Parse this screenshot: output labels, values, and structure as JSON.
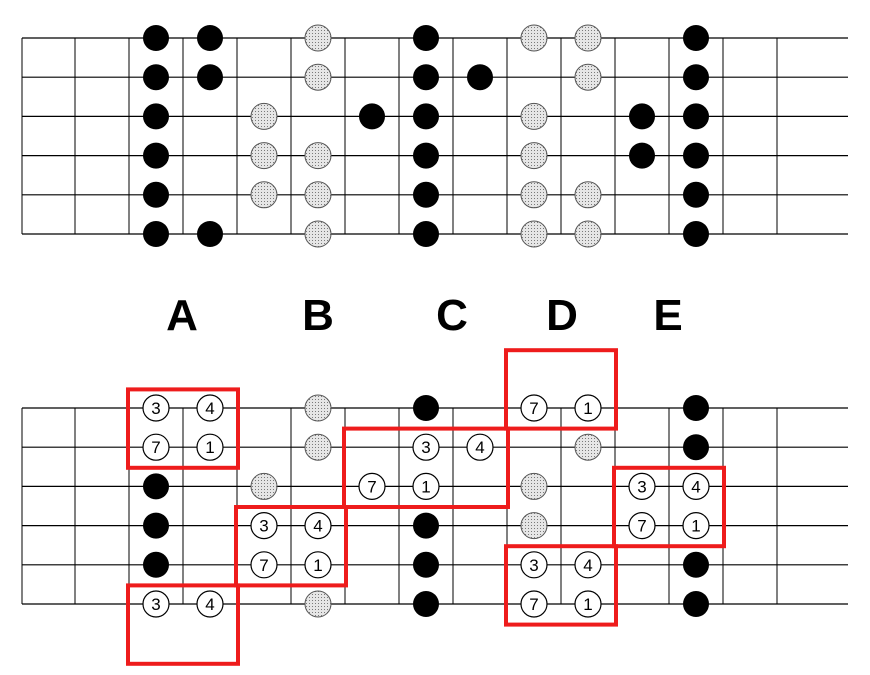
{
  "colors": {
    "line": "#000000",
    "dot_filled": "#000000",
    "dot_shaded": "#d4d4d4",
    "dot_number_fill": "#ffffff",
    "box_stroke": "#ee1c1c"
  },
  "position_labels": [
    "A",
    "B",
    "C",
    "D",
    "E"
  ],
  "top_fretboard": {
    "dots": [
      {
        "fret": 3,
        "string": 0,
        "kind": "filled"
      },
      {
        "fret": 4,
        "string": 0,
        "kind": "filled"
      },
      {
        "fret": 6,
        "string": 0,
        "kind": "shaded"
      },
      {
        "fret": 8,
        "string": 0,
        "kind": "filled"
      },
      {
        "fret": 10,
        "string": 0,
        "kind": "shaded"
      },
      {
        "fret": 11,
        "string": 0,
        "kind": "shaded"
      },
      {
        "fret": 13,
        "string": 0,
        "kind": "filled"
      },
      {
        "fret": 3,
        "string": 1,
        "kind": "filled"
      },
      {
        "fret": 4,
        "string": 1,
        "kind": "filled"
      },
      {
        "fret": 6,
        "string": 1,
        "kind": "shaded"
      },
      {
        "fret": 8,
        "string": 1,
        "kind": "filled"
      },
      {
        "fret": 9,
        "string": 1,
        "kind": "filled"
      },
      {
        "fret": 11,
        "string": 1,
        "kind": "shaded"
      },
      {
        "fret": 13,
        "string": 1,
        "kind": "filled"
      },
      {
        "fret": 3,
        "string": 2,
        "kind": "filled"
      },
      {
        "fret": 5,
        "string": 2,
        "kind": "shaded"
      },
      {
        "fret": 7,
        "string": 2,
        "kind": "filled"
      },
      {
        "fret": 8,
        "string": 2,
        "kind": "filled"
      },
      {
        "fret": 10,
        "string": 2,
        "kind": "shaded"
      },
      {
        "fret": 12,
        "string": 2,
        "kind": "filled"
      },
      {
        "fret": 13,
        "string": 2,
        "kind": "filled"
      },
      {
        "fret": 3,
        "string": 3,
        "kind": "filled"
      },
      {
        "fret": 5,
        "string": 3,
        "kind": "shaded"
      },
      {
        "fret": 6,
        "string": 3,
        "kind": "shaded"
      },
      {
        "fret": 8,
        "string": 3,
        "kind": "filled"
      },
      {
        "fret": 10,
        "string": 3,
        "kind": "shaded"
      },
      {
        "fret": 12,
        "string": 3,
        "kind": "filled"
      },
      {
        "fret": 13,
        "string": 3,
        "kind": "filled"
      },
      {
        "fret": 3,
        "string": 4,
        "kind": "filled"
      },
      {
        "fret": 5,
        "string": 4,
        "kind": "shaded"
      },
      {
        "fret": 6,
        "string": 4,
        "kind": "shaded"
      },
      {
        "fret": 8,
        "string": 4,
        "kind": "filled"
      },
      {
        "fret": 10,
        "string": 4,
        "kind": "shaded"
      },
      {
        "fret": 11,
        "string": 4,
        "kind": "shaded"
      },
      {
        "fret": 13,
        "string": 4,
        "kind": "filled"
      },
      {
        "fret": 3,
        "string": 5,
        "kind": "filled"
      },
      {
        "fret": 4,
        "string": 5,
        "kind": "filled"
      },
      {
        "fret": 6,
        "string": 5,
        "kind": "shaded"
      },
      {
        "fret": 8,
        "string": 5,
        "kind": "filled"
      },
      {
        "fret": 10,
        "string": 5,
        "kind": "shaded"
      },
      {
        "fret": 11,
        "string": 5,
        "kind": "shaded"
      },
      {
        "fret": 13,
        "string": 5,
        "kind": "filled"
      }
    ]
  },
  "bottom_fretboard": {
    "dots": [
      {
        "fret": 3,
        "string": 0,
        "kind": "number",
        "label": "3"
      },
      {
        "fret": 4,
        "string": 0,
        "kind": "number",
        "label": "4"
      },
      {
        "fret": 6,
        "string": 0,
        "kind": "shaded"
      },
      {
        "fret": 8,
        "string": 0,
        "kind": "filled"
      },
      {
        "fret": 10,
        "string": 0,
        "kind": "number",
        "label": "7"
      },
      {
        "fret": 11,
        "string": 0,
        "kind": "number",
        "label": "1"
      },
      {
        "fret": 13,
        "string": 0,
        "kind": "filled"
      },
      {
        "fret": 3,
        "string": 1,
        "kind": "number",
        "label": "7"
      },
      {
        "fret": 4,
        "string": 1,
        "kind": "number",
        "label": "1"
      },
      {
        "fret": 6,
        "string": 1,
        "kind": "shaded"
      },
      {
        "fret": 8,
        "string": 1,
        "kind": "number",
        "label": "3"
      },
      {
        "fret": 9,
        "string": 1,
        "kind": "number",
        "label": "4"
      },
      {
        "fret": 11,
        "string": 1,
        "kind": "shaded"
      },
      {
        "fret": 13,
        "string": 1,
        "kind": "filled"
      },
      {
        "fret": 3,
        "string": 2,
        "kind": "filled"
      },
      {
        "fret": 5,
        "string": 2,
        "kind": "shaded"
      },
      {
        "fret": 7,
        "string": 2,
        "kind": "number",
        "label": "7"
      },
      {
        "fret": 8,
        "string": 2,
        "kind": "number",
        "label": "1"
      },
      {
        "fret": 10,
        "string": 2,
        "kind": "shaded"
      },
      {
        "fret": 12,
        "string": 2,
        "kind": "number",
        "label": "3"
      },
      {
        "fret": 13,
        "string": 2,
        "kind": "number",
        "label": "4"
      },
      {
        "fret": 3,
        "string": 3,
        "kind": "filled"
      },
      {
        "fret": 5,
        "string": 3,
        "kind": "number",
        "label": "3"
      },
      {
        "fret": 6,
        "string": 3,
        "kind": "number",
        "label": "4"
      },
      {
        "fret": 8,
        "string": 3,
        "kind": "filled"
      },
      {
        "fret": 10,
        "string": 3,
        "kind": "shaded"
      },
      {
        "fret": 12,
        "string": 3,
        "kind": "number",
        "label": "7"
      },
      {
        "fret": 13,
        "string": 3,
        "kind": "number",
        "label": "1"
      },
      {
        "fret": 3,
        "string": 4,
        "kind": "filled"
      },
      {
        "fret": 5,
        "string": 4,
        "kind": "number",
        "label": "7"
      },
      {
        "fret": 6,
        "string": 4,
        "kind": "number",
        "label": "1"
      },
      {
        "fret": 8,
        "string": 4,
        "kind": "filled"
      },
      {
        "fret": 10,
        "string": 4,
        "kind": "number",
        "label": "3"
      },
      {
        "fret": 11,
        "string": 4,
        "kind": "number",
        "label": "4"
      },
      {
        "fret": 13,
        "string": 4,
        "kind": "filled"
      },
      {
        "fret": 3,
        "string": 5,
        "kind": "number",
        "label": "3"
      },
      {
        "fret": 4,
        "string": 5,
        "kind": "number",
        "label": "4"
      },
      {
        "fret": 6,
        "string": 5,
        "kind": "shaded"
      },
      {
        "fret": 8,
        "string": 5,
        "kind": "filled"
      },
      {
        "fret": 10,
        "string": 5,
        "kind": "number",
        "label": "7"
      },
      {
        "fret": 11,
        "string": 5,
        "kind": "number",
        "label": "1"
      },
      {
        "fret": 13,
        "string": 5,
        "kind": "filled"
      }
    ],
    "boxes": [
      {
        "id": "A-upper",
        "fret_from": 3,
        "fret_to": 4,
        "string_from": 0,
        "string_to": 1
      },
      {
        "id": "A-lower",
        "fret_from": 3,
        "fret_to": 4,
        "string_from": 5,
        "string_to": 6
      },
      {
        "id": "B",
        "fret_from": 5,
        "fret_to": 6,
        "string_from": 3,
        "string_to": 4
      },
      {
        "id": "C",
        "fret_from": 7,
        "fret_to": 9,
        "string_from": 1,
        "string_to": 2
      },
      {
        "id": "D-upper",
        "fret_from": 10,
        "fret_to": 11,
        "string_from": -1,
        "string_to": 0
      },
      {
        "id": "D-lower",
        "fret_from": 10,
        "fret_to": 11,
        "string_from": 4,
        "string_to": 5
      },
      {
        "id": "E",
        "fret_from": 12,
        "fret_to": 13,
        "string_from": 2,
        "string_to": 3
      }
    ]
  }
}
